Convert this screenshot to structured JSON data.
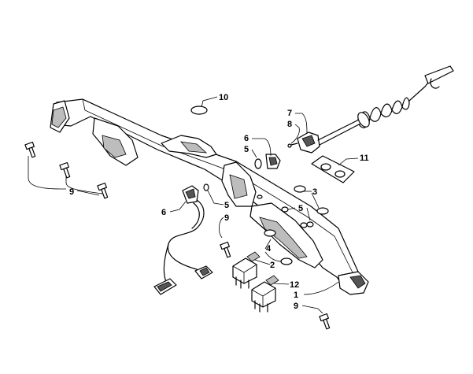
{
  "callouts": {
    "c1": "1",
    "c2": "2",
    "c3": "3",
    "c4": "4",
    "c5a": "5",
    "c5b": "5",
    "c5c": "5",
    "c6a": "6",
    "c6b": "6",
    "c7": "7",
    "c8": "8",
    "c9a": "9",
    "c9b": "9",
    "c9c": "9",
    "c10": "10",
    "c11": "11",
    "c12": "12"
  }
}
